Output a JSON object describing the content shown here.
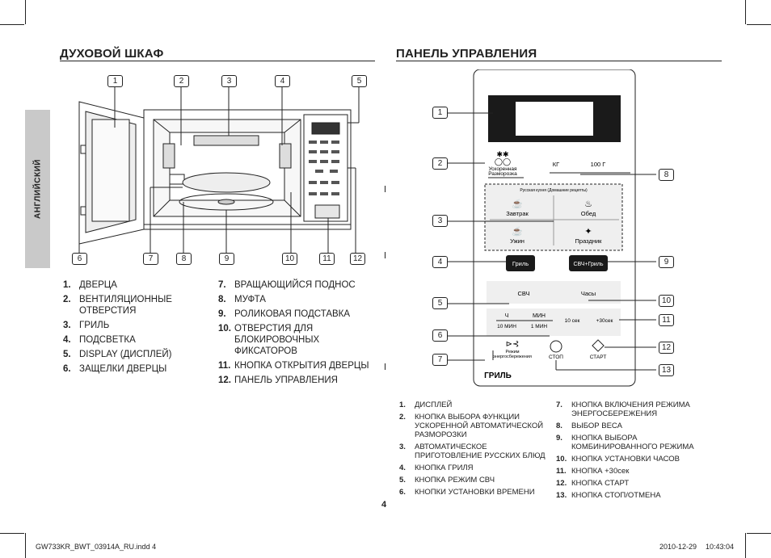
{
  "side_tab": "АНГЛИЙСКИЙ",
  "oven": {
    "title": "ДУХОВОЙ ШКАФ",
    "callouts_top": [
      "1",
      "2",
      "3",
      "4",
      "5"
    ],
    "callouts_bottom": [
      "6",
      "7",
      "8",
      "9",
      "10",
      "11",
      "12"
    ],
    "items": [
      {
        "n": "1.",
        "t": "ДВЕРЦА"
      },
      {
        "n": "2.",
        "t": "ВЕНТИЛЯЦИОННЫЕ ОТВЕРСТИЯ"
      },
      {
        "n": "3.",
        "t": "ГРИЛЬ"
      },
      {
        "n": "4.",
        "t": "ПОДСВЕТКА"
      },
      {
        "n": "5.",
        "t": "DISPLAY (ДИСПЛЕЙ)"
      },
      {
        "n": "6.",
        "t": "ЗАЩЕЛКИ ДВЕРЦЫ"
      },
      {
        "n": "7.",
        "t": "ВРАЩАЮЩИЙСЯ ПОДНОС"
      },
      {
        "n": "8.",
        "t": "МУФТА"
      },
      {
        "n": "9.",
        "t": "РОЛИКОВАЯ ПОДСТАВКА"
      },
      {
        "n": "10.",
        "t": "ОТВЕРСТИЯ ДЛЯ БЛОКИРОВОЧНЫХ ФИКСАТОРОВ"
      },
      {
        "n": "11.",
        "t": "КНОПКА ОТКРЫТИЯ ДВЕРЦЫ"
      },
      {
        "n": "12.",
        "t": "ПАНЕЛЬ УПРАВЛЕНИЯ"
      }
    ]
  },
  "panel": {
    "title": "ПАНЕЛЬ УПРАВЛЕНИЯ",
    "callouts_left": [
      "1",
      "2",
      "3",
      "4",
      "5",
      "6",
      "7"
    ],
    "callouts_right": [
      "8",
      "9",
      "10",
      "11",
      "12",
      "13"
    ],
    "labels": {
      "defrost_1": "Ускоренная",
      "defrost_2": "Разморозка",
      "kg": "КГ",
      "g100": "100 Г",
      "russian": "Русская кухня (Домашние рецепты)",
      "breakfast": "Завтрак",
      "lunch": "Обед",
      "dinner": "Ужин",
      "holiday": "Праздник",
      "grill_btn": "Гриль",
      "combo_btn": "СВЧ+Гриль",
      "mw": "СВЧ",
      "clock": "Часы",
      "h": "Ч",
      "min": "МИН",
      "min10": "10 МИН",
      "min1": "1 МИН",
      "sec10": "10 сек",
      "plus30": "+30сек",
      "eco_1": "Режим",
      "eco_2": "энергосбережения",
      "stop": "СТОП",
      "start": "СТАРТ",
      "brand": "ГРИЛЬ"
    },
    "items_left": [
      {
        "n": "1.",
        "t": "ДИСПЛЕЙ"
      },
      {
        "n": "2.",
        "t": "КНОПКА ВЫБОРА ФУНКЦИИ УСКОРЕННОЙ АВТОМАТИЧЕСКОЙ РАЗМОРОЗКИ"
      },
      {
        "n": "3.",
        "t": "АВТОМАТИЧЕСКОЕ ПРИГОТОВЛЕНИЕ РУССКИХ БЛЮД"
      },
      {
        "n": "4.",
        "t": "КНОПКА ГРИЛЯ"
      },
      {
        "n": "5.",
        "t": "КНОПКА РЕЖИМ СВЧ"
      },
      {
        "n": "6.",
        "t": "КНОПКИ УСТАНОВКИ ВРЕМЕНИ"
      }
    ],
    "items_right": [
      {
        "n": "7.",
        "t": "КНОПКА ВКЛЮЧЕНИЯ РЕЖИМА ЭНЕРГОСБЕРЕЖЕНИЯ"
      },
      {
        "n": "8.",
        "t": "ВЫБОР ВЕСА"
      },
      {
        "n": "9.",
        "t": "КНОПКА ВЫБОРА КОМБИНИРОВАННОГО РЕЖИМА"
      },
      {
        "n": "10.",
        "t": "КНОПКА УСТАНОВКИ ЧАСОВ"
      },
      {
        "n": "11.",
        "t": "КНОПКА +30сек"
      },
      {
        "n": "12.",
        "t": "КНОПКА СТАРТ"
      },
      {
        "n": "13.",
        "t": "КНОПКА СТОП/ОТМЕНА"
      }
    ]
  },
  "page_number": "4",
  "footer": {
    "file": "GW733KR_BWT_03914A_RU.indd   4",
    "date": "2010-12-29",
    "time": "10:43:04"
  }
}
